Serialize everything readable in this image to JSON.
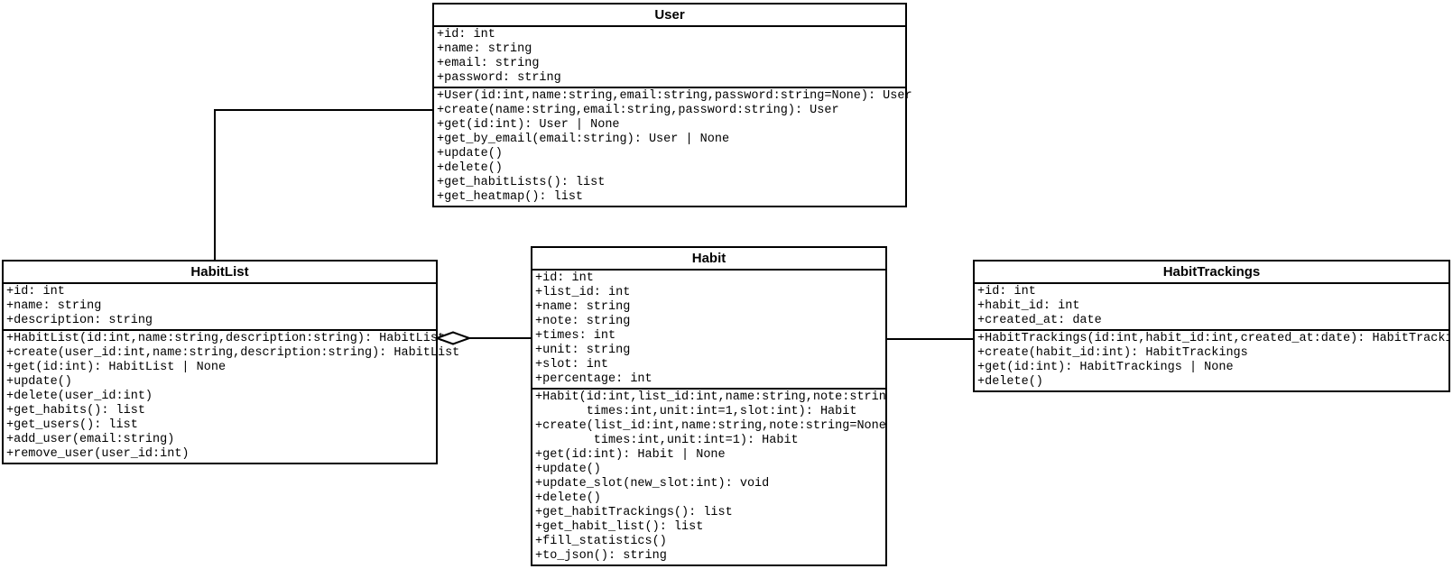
{
  "diagram": {
    "kind": "uml-class-diagram",
    "background_color": "#ffffff",
    "line_color": "#000000",
    "classes": [
      {
        "name": "User",
        "attributes": [
          "+id: int",
          "+name: string",
          "+email: string",
          "+password: string"
        ],
        "methods": [
          "+User(id:int,name:string,email:string,password:string=None): User",
          "+create(name:string,email:string,password:string): User",
          "+get(id:int): User | None",
          "+get_by_email(email:string): User | None",
          "+update()",
          "+delete()",
          "+get_habitLists(): list",
          "+get_heatmap(): list"
        ]
      },
      {
        "name": "HabitList",
        "attributes": [
          "+id: int",
          "+name: string",
          "+description: string"
        ],
        "methods": [
          "+HabitList(id:int,name:string,description:string): HabitList",
          "+create(user_id:int,name:string,description:string): HabitList",
          "+get(id:int): HabitList | None",
          "+update()",
          "+delete(user_id:int)",
          "+get_habits(): list",
          "+get_users(): list",
          "+add_user(email:string)",
          "+remove_user(user_id:int)"
        ]
      },
      {
        "name": "Habit",
        "attributes": [
          "+id: int",
          "+list_id: int",
          "+name: string",
          "+note: string",
          "+times: int",
          "+unit: string",
          "+slot: int",
          "+percentage: int"
        ],
        "methods": [
          "+Habit(id:int,list_id:int,name:string,note:string,",
          "       times:int,unit:int=1,slot:int): Habit",
          "+create(list_id:int,name:string,note:string=None,",
          "        times:int,unit:int=1): Habit",
          "+get(id:int): Habit | None",
          "+update()",
          "+update_slot(new_slot:int): void",
          "+delete()",
          "+get_habitTrackings(): list",
          "+get_habit_list(): list",
          "+fill_statistics()",
          "+to_json(): string"
        ]
      },
      {
        "name": "HabitTrackings",
        "attributes": [
          "+id: int",
          "+habit_id: int",
          "+created_at: date"
        ],
        "methods": [
          "+HabitTrackings(id:int,habit_id:int,created_at:date): HabitTrackings",
          "+create(habit_id:int): HabitTrackings",
          "+get(id:int): HabitTrackings | None",
          "+delete()"
        ]
      }
    ],
    "relationships": [
      {
        "from": "User",
        "to": "HabitList",
        "type": "association"
      },
      {
        "from": "HabitList",
        "to": "Habit",
        "type": "aggregation",
        "diamond_side": "HabitList"
      },
      {
        "from": "Habit",
        "to": "HabitTrackings",
        "type": "association"
      }
    ]
  }
}
